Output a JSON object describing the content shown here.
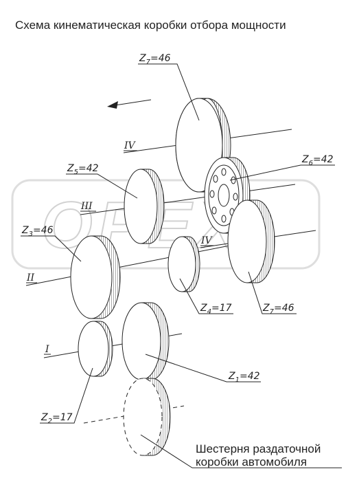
{
  "title": "Схема кинематическая коробки отбора мощности",
  "watermark": "OPEX",
  "gears": {
    "z7_top": {
      "label": "Z",
      "sub": "7",
      "value": "=46"
    },
    "z6": {
      "label": "Z",
      "sub": "6",
      "value": "=42"
    },
    "z5": {
      "label": "Z",
      "sub": "5",
      "value": "=42"
    },
    "z3": {
      "label": "Z",
      "sub": "3",
      "value": "=46"
    },
    "z4": {
      "label": "Z",
      "sub": "4",
      "value": "=17"
    },
    "z7_right": {
      "label": "Z",
      "sub": "7",
      "value": "=46"
    },
    "z1": {
      "label": "Z",
      "sub": "1",
      "value": "=42"
    },
    "z2": {
      "label": "Z",
      "sub": "2",
      "value": "=17"
    }
  },
  "shafts": {
    "s4_upper": "IV",
    "s3": "III",
    "s4_lower": "IV",
    "s2": "II",
    "s1": "I"
  },
  "caption": {
    "line1": "Шестерня раздаточной",
    "line2": "коробки автомобиля"
  }
}
